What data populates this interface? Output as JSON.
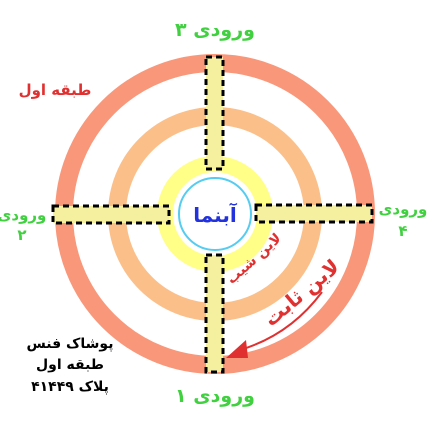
{
  "center": {
    "label": "آبنما"
  },
  "entrances": {
    "top": "ورودی ۳",
    "bottom": "ورودی ۱",
    "left_word": "ورودی",
    "left_num": "۲",
    "right_word": "ورودی",
    "right_num": "۴"
  },
  "floor_label": "طبقه اول",
  "lanes": {
    "slope": "لاین شیب",
    "fixed": "لاین ثابت"
  },
  "address": {
    "line1": "پوشاک فنس",
    "line2": "طبقه اول",
    "line3": "پلاک ۴۱۴۴۹"
  },
  "colors": {
    "outer_ring": "#f9977a",
    "middle_ring": "#fbbf8a",
    "inner_ring": "#ffff88",
    "center_fill": "#ffffff",
    "center_border": "#55ccf0",
    "spoke_fill": "#f5f0a0",
    "spoke_border": "#000000",
    "entrance_text": "#40d040",
    "floor_text": "#e03030",
    "lane_text": "#e03030",
    "center_text": "#2233dd",
    "address_text": "#000000"
  }
}
